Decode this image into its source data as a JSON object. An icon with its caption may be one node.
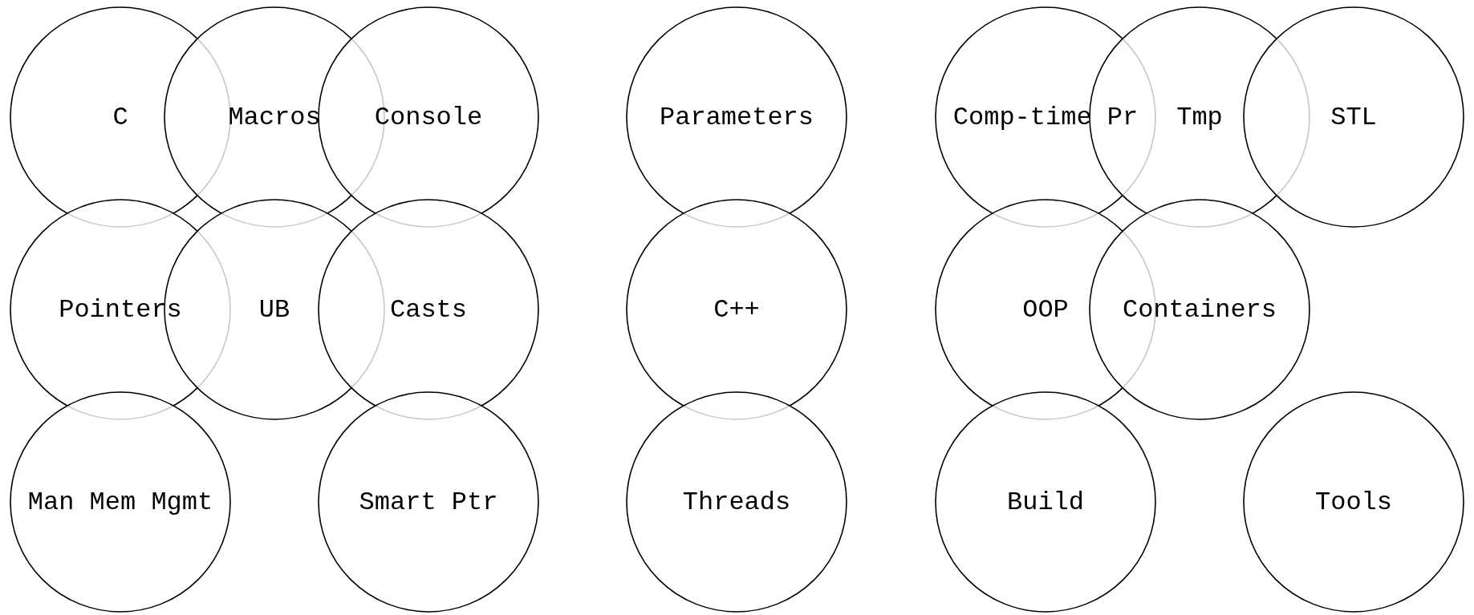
{
  "diagram": {
    "nodes": [
      {
        "text": [
          "C"
        ]
      },
      {
        "text": [
          "Macros"
        ]
      },
      {
        "text": [
          "Console"
        ]
      },
      {
        "text": [
          "Parameters"
        ]
      },
      {
        "text": [
          "Comp-time Pr"
        ]
      },
      {
        "text": [
          "Tmp"
        ]
      },
      {
        "text": [
          "STL"
        ]
      },
      {
        "text": [
          "Pointers"
        ]
      },
      {
        "text": [
          "UB"
        ]
      },
      {
        "text": [
          "Casts"
        ]
      },
      {
        "text": [
          "C++"
        ]
      },
      {
        "text": [
          "OOP"
        ]
      },
      {
        "text": [
          "Containers"
        ]
      },
      {
        "text": [
          "Man Mem Mgmt"
        ]
      },
      {
        "text": [
          "Smart Ptr"
        ]
      },
      {
        "text": [
          "Threads"
        ]
      },
      {
        "text": [
          "Build"
        ]
      },
      {
        "text": [
          "Tools"
        ]
      }
    ],
    "edges": []
  }
}
